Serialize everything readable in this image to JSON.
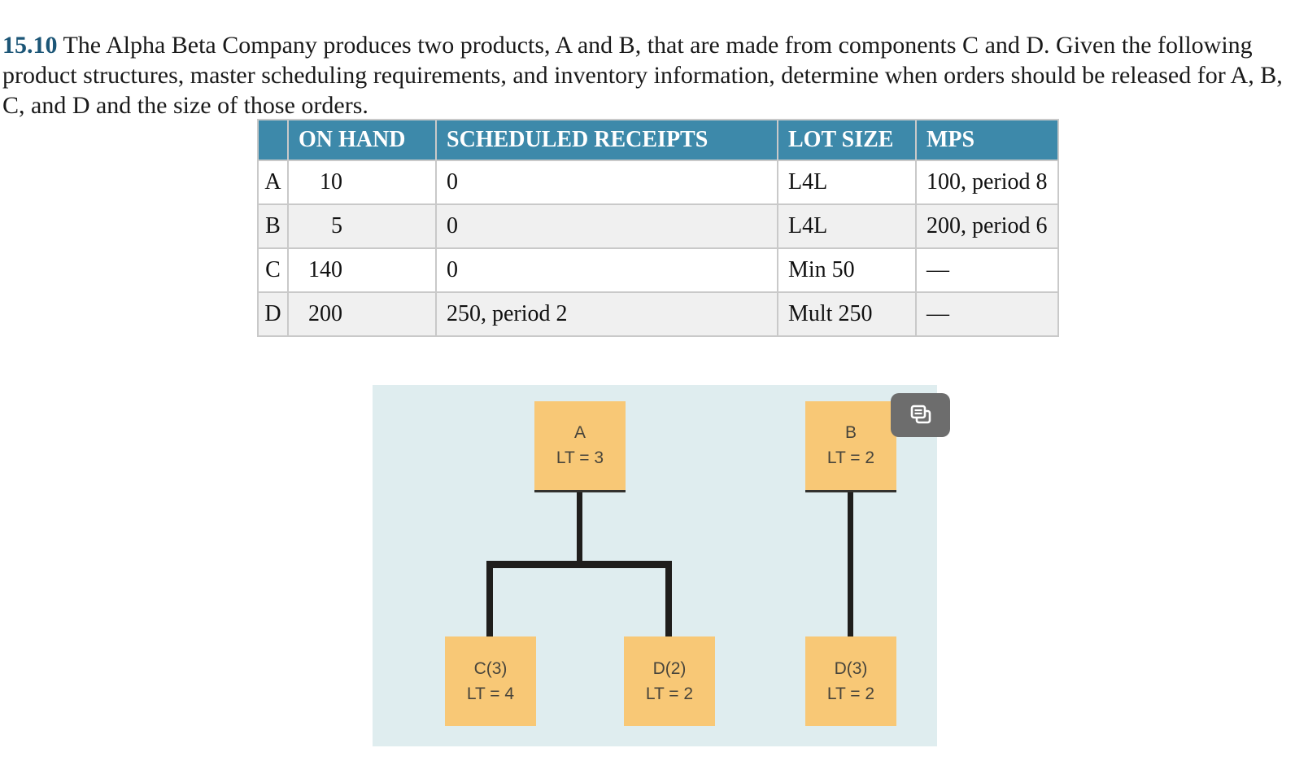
{
  "problem": {
    "number": "15.10",
    "text": "The Alpha Beta Company produces two products, A and B, that are made from components C and D. Given the following product structures, master scheduling requirements, and inventory information, determine when orders should be released for A, B, C, and D and the size of those orders."
  },
  "table": {
    "columns": [
      "",
      "ON HAND",
      "SCHEDULED RECEIPTS",
      "LOT SIZE",
      "MPS"
    ],
    "rows": [
      {
        "item": "A",
        "on_hand": "10",
        "scheduled_receipts": "0",
        "lot_size": "L4L",
        "mps": "100, period 8"
      },
      {
        "item": "B",
        "on_hand": "5",
        "scheduled_receipts": "0",
        "lot_size": "L4L",
        "mps": "200, period 6"
      },
      {
        "item": "C",
        "on_hand": "140",
        "scheduled_receipts": "0",
        "lot_size": "Min 50",
        "mps": "—"
      },
      {
        "item": "D",
        "on_hand": "200",
        "scheduled_receipts": "250, period 2",
        "lot_size": "Mult 250",
        "mps": "—"
      }
    ]
  },
  "diagram": {
    "nodes": [
      {
        "id": "A",
        "label": "A",
        "lead_time": "LT = 3"
      },
      {
        "id": "B",
        "label": "B",
        "lead_time": "LT = 2"
      },
      {
        "id": "C",
        "label": "C(3)",
        "lead_time": "LT = 4"
      },
      {
        "id": "D2",
        "label": "D(2)",
        "lead_time": "LT = 2"
      },
      {
        "id": "D3",
        "label": "D(3)",
        "lead_time": "LT = 2"
      }
    ],
    "edges": [
      {
        "from": "A",
        "to": "C(3)"
      },
      {
        "from": "A",
        "to": "D(2)"
      },
      {
        "from": "B",
        "to": "D(3)"
      }
    ],
    "overlay_icon": "pages-icon"
  },
  "colors": {
    "table_header_bg": "#3d89aa",
    "table_border": "#c9c9c9",
    "table_row_alt": "#f0f0f0",
    "problem_number": "#1c5677",
    "panel_bg": "#dfedef",
    "node_bg": "#f8c876",
    "node_text": "#47443b",
    "connector": "#1f1e1c",
    "overlay_button_bg": "#6d6d6d"
  }
}
